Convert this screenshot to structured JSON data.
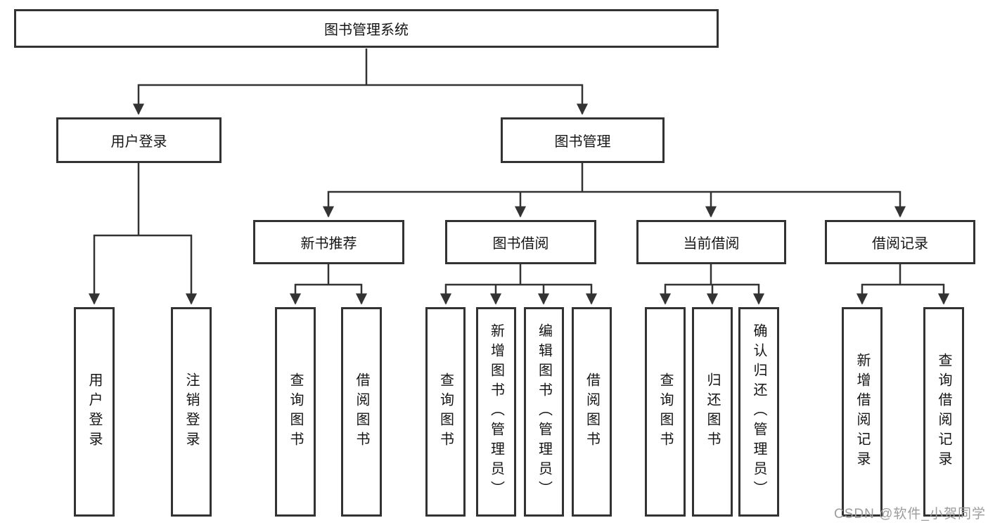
{
  "diagram": {
    "title": "图书管理系统",
    "branches": [
      {
        "label": "用户登录",
        "children": [
          {
            "label": "用户登录"
          },
          {
            "label": "注销登录"
          }
        ]
      },
      {
        "label": "图书管理",
        "children": [
          {
            "label": "新书推荐",
            "children": [
              {
                "label": "查询图书"
              },
              {
                "label": "借阅图书"
              }
            ]
          },
          {
            "label": "图书借阅",
            "children": [
              {
                "label": "查询图书"
              },
              {
                "label": "新增图书（管理员）"
              },
              {
                "label": "编辑图书（管理员）"
              },
              {
                "label": "借阅图书"
              }
            ]
          },
          {
            "label": "当前借阅",
            "children": [
              {
                "label": "查询图书"
              },
              {
                "label": "归还图书"
              },
              {
                "label": "确认归还（管理员）"
              }
            ]
          },
          {
            "label": "借阅记录",
            "children": [
              {
                "label": "新增借阅记录"
              },
              {
                "label": "查询借阅记录"
              }
            ]
          }
        ]
      }
    ]
  },
  "watermark": {
    "text": "CSDN @软件_小贺同学",
    "color": "#9c9c9c"
  },
  "colors": {
    "line": "#333333",
    "node_border": "#333333",
    "text": "#151515",
    "background": "#ffffff"
  }
}
